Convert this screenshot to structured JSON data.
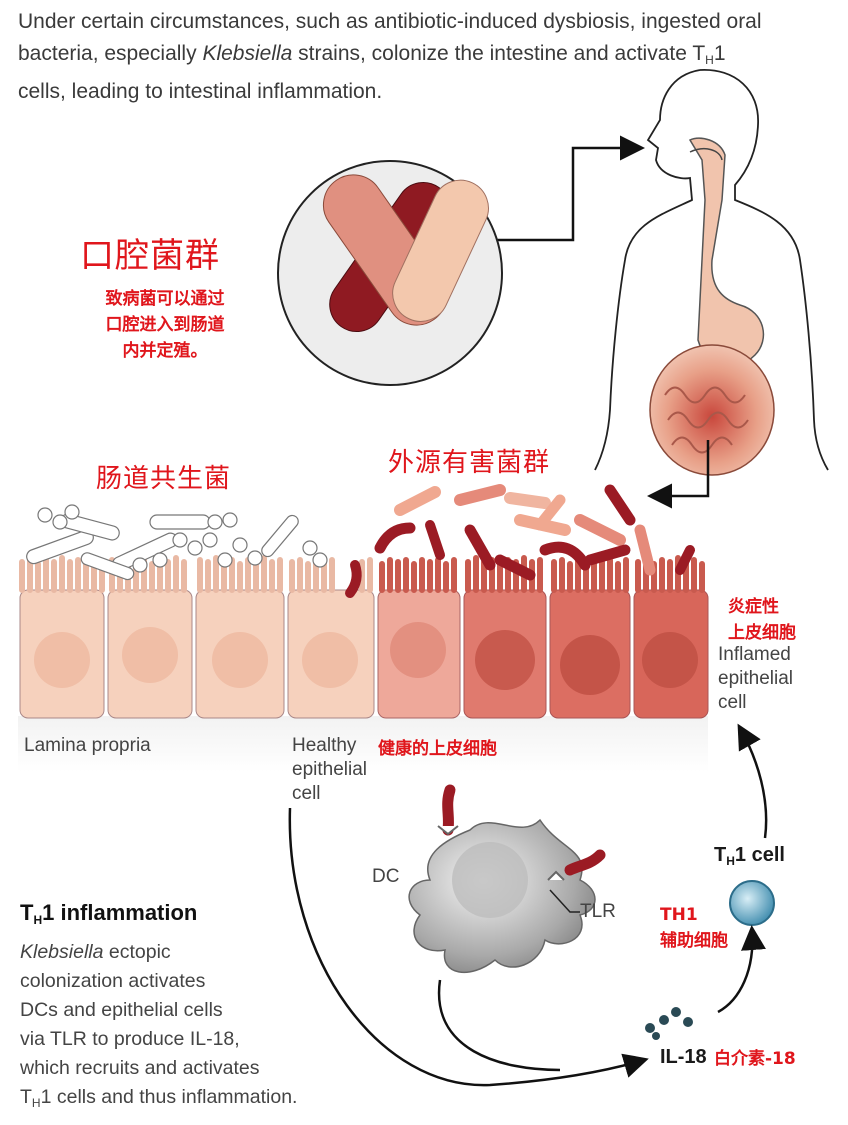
{
  "intro": {
    "part1": "Under certain circumstances, such as antibiotic-induced dysbiosis, ingested oral bacteria, especially ",
    "italic": "Klebsiella",
    "part2": " strains, colonize the intestine and activate T",
    "sub": "H",
    "part3": "1 cells, leading to intestinal inflammation."
  },
  "oral": {
    "title": "口腔菌群",
    "desc_line1": "致病菌可以通过",
    "desc_line2": "口腔进入到肠道",
    "desc_line3": "内并定殖。"
  },
  "commensal_label": "肠道共生菌",
  "harmful_label": "外源有害菌群",
  "inflamed": {
    "cn_line1": "炎症性",
    "cn_line2": "上皮细胞",
    "en_line1": "Inflamed",
    "en_line2": "epithelial",
    "en_line3": "cell"
  },
  "lamina_propria": "Lamina propria",
  "healthy": {
    "en_line1": "Healthy",
    "en_line2": "epithelial",
    "en_line3": "cell",
    "cn": "健康的上皮细胞"
  },
  "dc_label": "DC",
  "tlr_label": "TLR",
  "th1cell": {
    "prefix": "T",
    "sub": "H",
    "suffix": "1 cell",
    "cn_line1": "TH1",
    "cn_line2": "辅助细胞"
  },
  "il18": {
    "en": "IL-18",
    "cn": "白介素-18"
  },
  "th1_inflammation": {
    "title_prefix": "T",
    "title_sub": "H",
    "title_suffix": "1 inflammation",
    "body_italic": "Klebsiella",
    "body_line1": " ectopic",
    "body_line2": "colonization activates",
    "body_line3": "DCs and epithelial cells",
    "body_line4": "via TLR to produce IL-18,",
    "body_line5": "which recruits and activates",
    "body_line6_prefix": "T",
    "body_line6_sub": "H",
    "body_line6_suffix": "1 cells and thus inflammation."
  },
  "colors": {
    "red_text": "#e0161c",
    "bacteria_dark": "#9b1b24",
    "bacteria_light": "#f0a890",
    "healthy_cell": "#f6d1bd",
    "inflamed_cell": "#e07a6e"
  }
}
